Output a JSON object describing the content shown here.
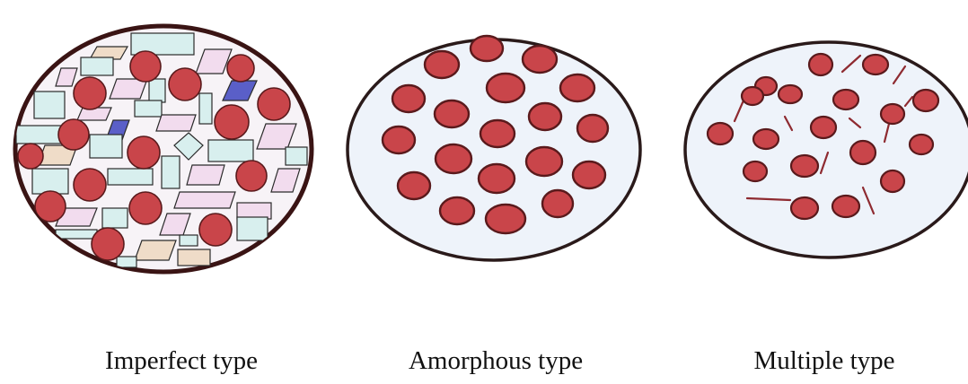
{
  "panels": [
    {
      "label": "Imperfect type"
    },
    {
      "label": "Amorphous type"
    },
    {
      "label": "Multiple type"
    }
  ],
  "colors": {
    "particle_fill": "#c9454a",
    "particle_stroke": "#5a1a1c",
    "background_fill": "#eef3fa",
    "outline": "#2a1a1a",
    "imperfect_outline": "#3a1414",
    "imperfect_background": "#f7f3f7",
    "crystal_teal": "#d8efee",
    "crystal_tan": "#efdcc8",
    "crystal_pink": "#f2dcee",
    "crystal_blue": "#5a5fc8",
    "needle": "#8e2a30"
  }
}
